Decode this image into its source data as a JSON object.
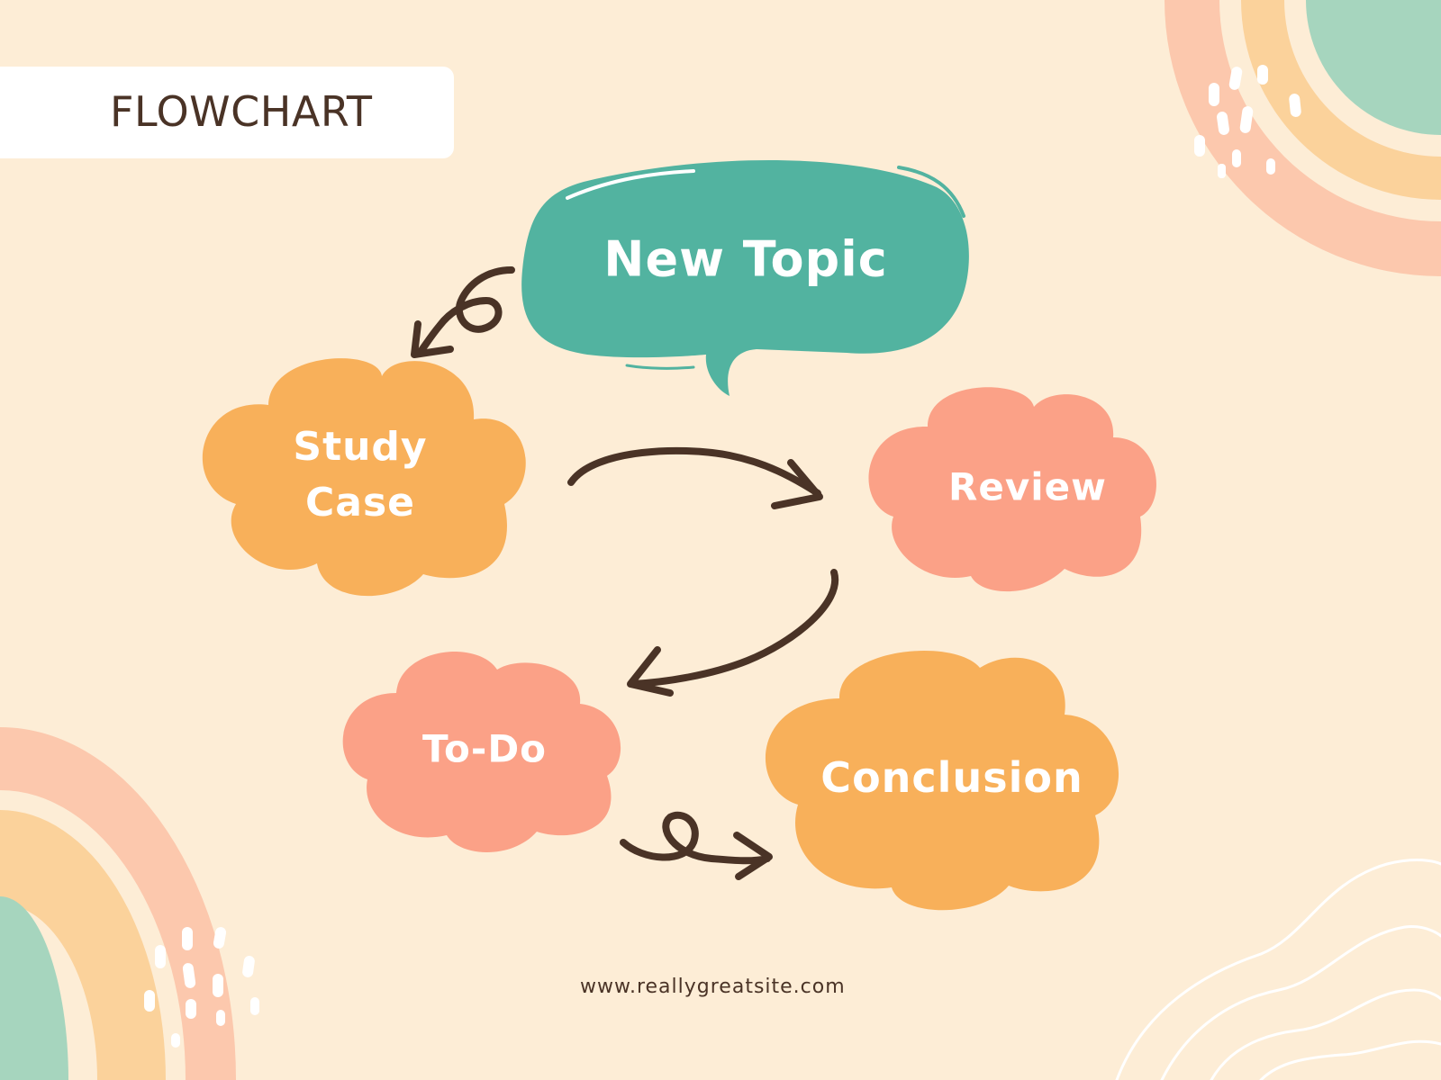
{
  "header": {
    "title": "FLOWCHART"
  },
  "nodes": {
    "new_topic": "New Topic",
    "study_case": "Study\nCase",
    "review": "Review",
    "todo": "To-Do",
    "conclusion": "Conclusion"
  },
  "footer": {
    "url": "www.reallygreatsite.com"
  },
  "colors": {
    "background": "#fdedd6",
    "teal": "#52b3a0",
    "orange": "#f8b05a",
    "salmon": "#fba187",
    "arrow": "#4a3326",
    "rainbow_peach": "#fcc8ad",
    "rainbow_yellow": "#fbd29b",
    "rainbow_mint": "#a6d5be"
  },
  "icons": [
    "speech-bubble-shape",
    "cloud-shape",
    "curly-arrow-icon",
    "rainbow-decoration",
    "contour-lines-decoration"
  ]
}
